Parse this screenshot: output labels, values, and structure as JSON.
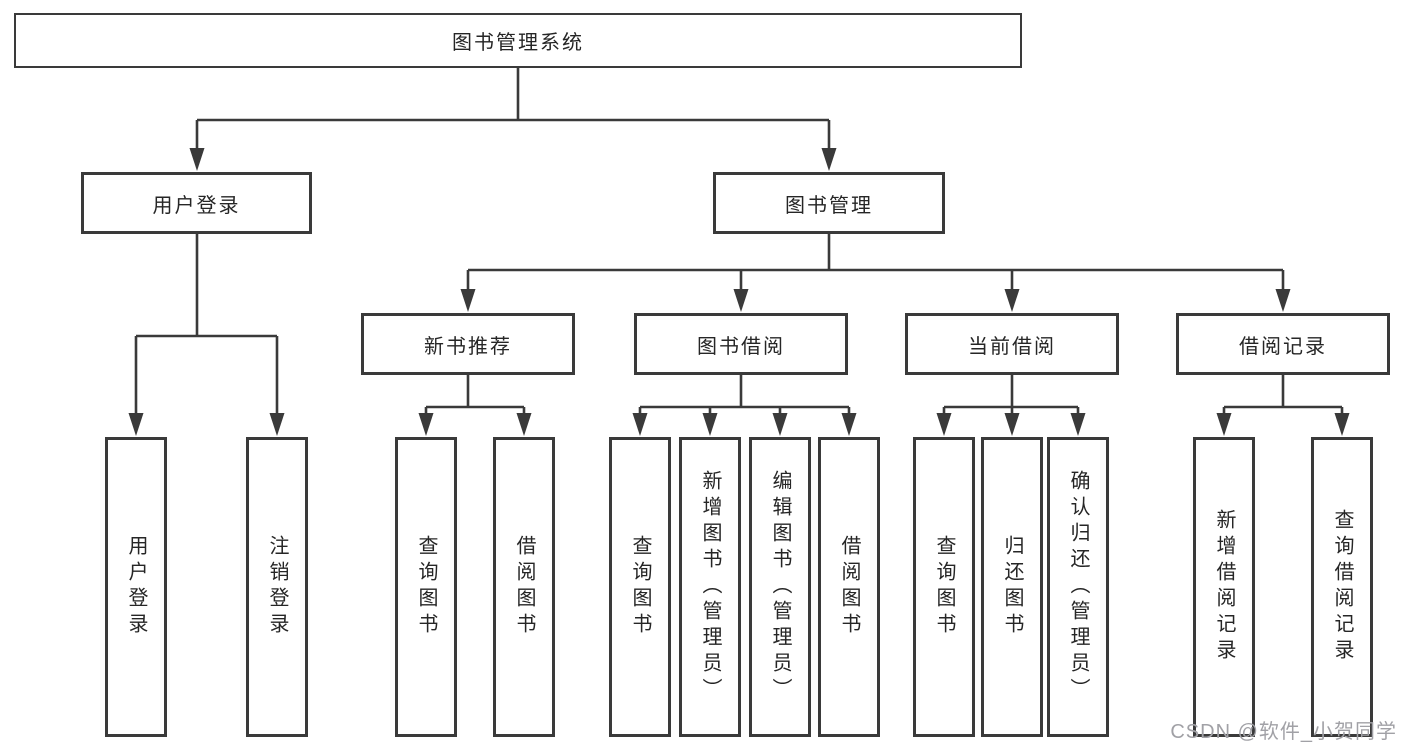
{
  "tree": {
    "root": "图书管理系统",
    "level2": [
      {
        "label": "用户登录",
        "leaves": [
          "用户登录",
          "注销登录"
        ]
      },
      {
        "label": "图书管理",
        "groups": [
          {
            "label": "新书推荐",
            "leaves": [
              "查询图书",
              "借阅图书"
            ]
          },
          {
            "label": "图书借阅",
            "leaves": [
              "查询图书",
              "新增图书（管理员）",
              "编辑图书（管理员）",
              "借阅图书"
            ]
          },
          {
            "label": "当前借阅",
            "leaves": [
              "查询图书",
              "归还图书",
              "确认归还（管理员）"
            ]
          },
          {
            "label": "借阅记录",
            "leaves": [
              "新增借阅记录",
              "查询借阅记录"
            ]
          }
        ]
      }
    ]
  },
  "watermark": "CSDN @软件_小贺同学",
  "colors": {
    "line": "#3a3a3a",
    "text": "#262626",
    "watermark": "#a1a1a6",
    "background": "#ffffff"
  }
}
